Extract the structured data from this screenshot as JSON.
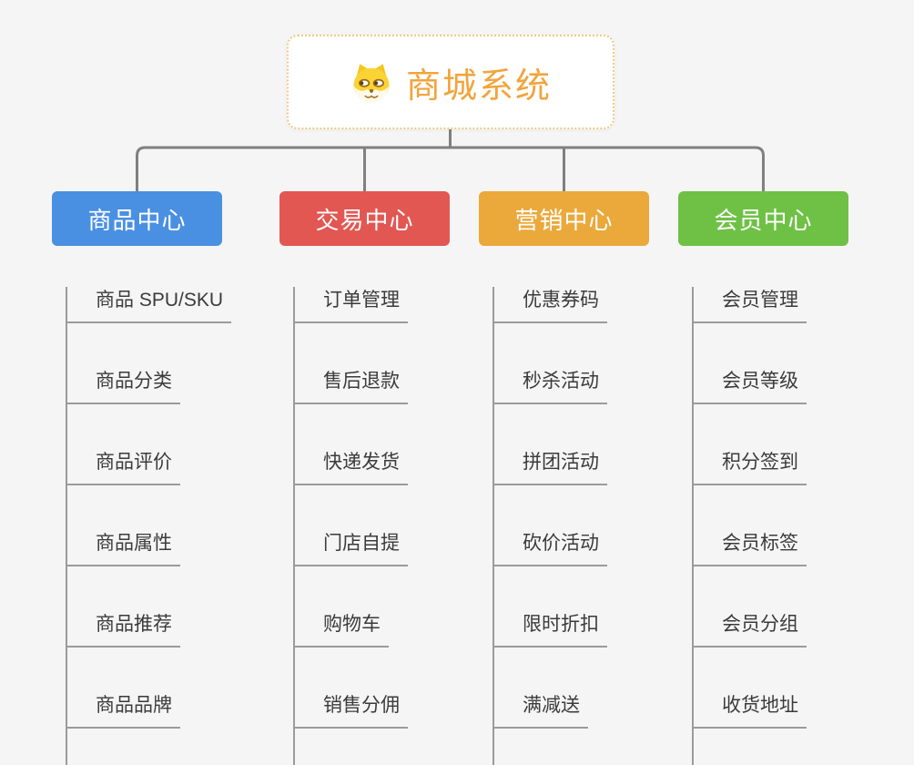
{
  "root": {
    "title": "商城系统",
    "icon": "shiba-dog-icon"
  },
  "branches": [
    {
      "label": "商品中心",
      "color": "#4A90E2",
      "children": [
        "商品 SPU/SKU",
        "商品分类",
        "商品评价",
        "商品属性",
        "商品推荐",
        "商品品牌"
      ]
    },
    {
      "label": "交易中心",
      "color": "#E25752",
      "children": [
        "订单管理",
        "售后退款",
        "快递发货",
        "门店自提",
        "购物车",
        "销售分佣"
      ]
    },
    {
      "label": "营销中心",
      "color": "#EBA93B",
      "children": [
        "优惠券码",
        "秒杀活动",
        "拼团活动",
        "砍价活动",
        "限时折扣",
        "满减送"
      ]
    },
    {
      "label": "会员中心",
      "color": "#6EC145",
      "children": [
        "会员管理",
        "会员等级",
        "积分签到",
        "会员标签",
        "会员分组",
        "收货地址"
      ]
    }
  ],
  "colors": {
    "background": "#F5F5F5",
    "connector": "#808080",
    "child_line": "#9B9B9B",
    "root_accent": "#F2A43C",
    "root_border": "#F3C97F",
    "child_text": "#3B3B3B"
  }
}
